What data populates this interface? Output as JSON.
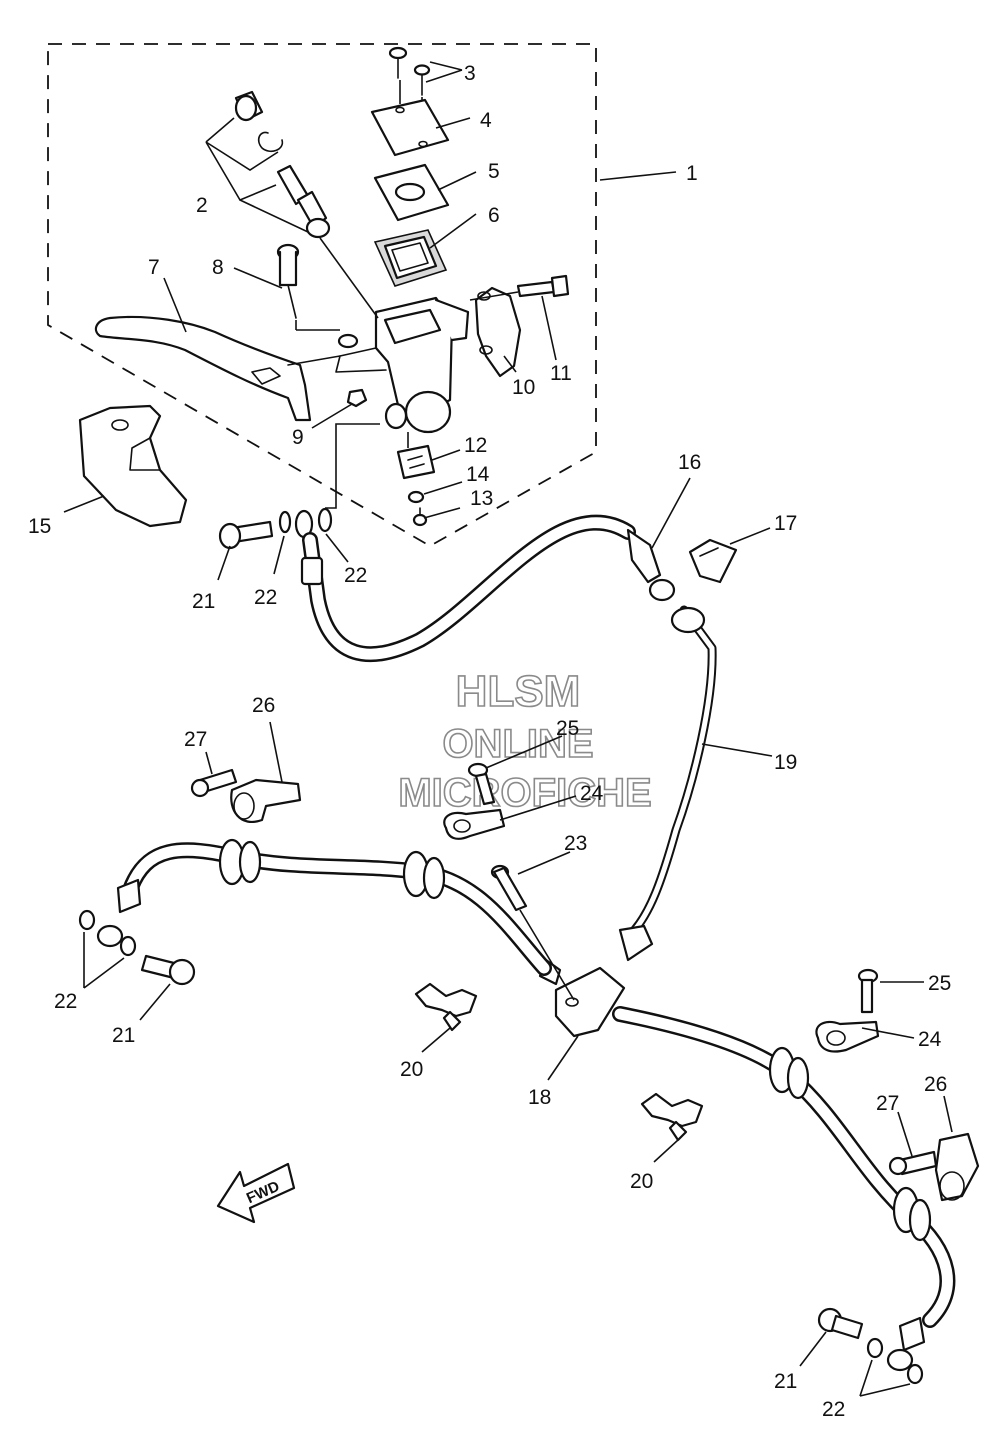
{
  "watermark": {
    "line1": "HLSM",
    "line2": "ONLINE",
    "line3": "MICROFICHE"
  },
  "direction_badge": "FWD",
  "callouts": {
    "c1": "1",
    "c2": "2",
    "c3": "3",
    "c4": "4",
    "c5": "5",
    "c6": "6",
    "c7": "7",
    "c8": "8",
    "c9": "9",
    "c10": "10",
    "c11": "11",
    "c12": "12",
    "c13": "13",
    "c14": "14",
    "c15": "15",
    "c16": "16",
    "c17": "17",
    "c19": "19",
    "c18": "18",
    "c20a": "20",
    "c20b": "20",
    "c21a": "21",
    "c21b": "21",
    "c21c": "21",
    "c22a": "22",
    "c22b": "22",
    "c22c": "22",
    "c22d": "22",
    "c23": "23",
    "c24a": "24",
    "c24b": "24",
    "c25a": "25",
    "c25b": "25",
    "c26a": "26",
    "c26b": "26",
    "c27a": "27",
    "c27b": "27"
  }
}
